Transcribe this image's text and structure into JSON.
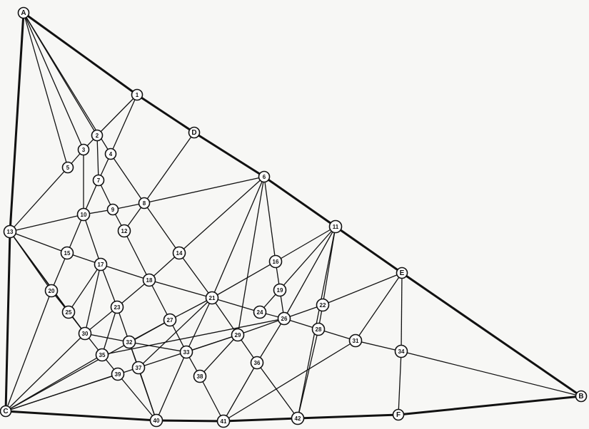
{
  "diagram": {
    "nodes": [
      {
        "id": "A",
        "label": "A"
      },
      {
        "id": "B",
        "label": "B"
      },
      {
        "id": "C",
        "label": "C"
      },
      {
        "id": "D",
        "label": "D"
      },
      {
        "id": "E",
        "label": "E"
      },
      {
        "id": "F",
        "label": "F"
      },
      {
        "id": "1",
        "label": "1"
      },
      {
        "id": "2",
        "label": "2"
      },
      {
        "id": "3",
        "label": "3"
      },
      {
        "id": "4",
        "label": "4"
      },
      {
        "id": "5",
        "label": "5"
      },
      {
        "id": "6",
        "label": "6"
      },
      {
        "id": "7",
        "label": "7"
      },
      {
        "id": "8",
        "label": "8"
      },
      {
        "id": "9",
        "label": "9"
      },
      {
        "id": "10",
        "label": "10"
      },
      {
        "id": "11",
        "label": "11"
      },
      {
        "id": "12",
        "label": "12"
      },
      {
        "id": "13",
        "label": "13"
      },
      {
        "id": "14",
        "label": "14"
      },
      {
        "id": "15",
        "label": "15"
      },
      {
        "id": "16",
        "label": "16"
      },
      {
        "id": "17",
        "label": "17"
      },
      {
        "id": "18",
        "label": "18"
      },
      {
        "id": "19",
        "label": "19"
      },
      {
        "id": "20",
        "label": "20"
      },
      {
        "id": "21",
        "label": "21"
      },
      {
        "id": "22",
        "label": "22"
      },
      {
        "id": "23",
        "label": "23"
      },
      {
        "id": "24",
        "label": "24"
      },
      {
        "id": "25",
        "label": "25"
      },
      {
        "id": "26",
        "label": "26"
      },
      {
        "id": "27",
        "label": "27"
      },
      {
        "id": "28",
        "label": "28"
      },
      {
        "id": "29",
        "label": "29"
      },
      {
        "id": "30",
        "label": "30"
      },
      {
        "id": "31",
        "label": "31"
      },
      {
        "id": "32",
        "label": "32"
      },
      {
        "id": "33",
        "label": "33"
      },
      {
        "id": "34",
        "label": "34"
      },
      {
        "id": "35",
        "label": "35"
      },
      {
        "id": "36",
        "label": "36"
      },
      {
        "id": "37",
        "label": "37"
      },
      {
        "id": "38",
        "label": "38"
      },
      {
        "id": "39",
        "label": "39"
      },
      {
        "id": "40",
        "label": "40"
      },
      {
        "id": "41",
        "label": "41"
      },
      {
        "id": "42",
        "label": "42"
      }
    ],
    "boundary": [
      [
        "A",
        "1"
      ],
      [
        "1",
        "D"
      ],
      [
        "D",
        "6"
      ],
      [
        "6",
        "11"
      ],
      [
        "11",
        "E"
      ],
      [
        "E",
        "B"
      ],
      [
        "B",
        "F"
      ],
      [
        "F",
        "42"
      ],
      [
        "42",
        "41"
      ],
      [
        "41",
        "40"
      ],
      [
        "40",
        "C"
      ],
      [
        "C",
        "13"
      ],
      [
        "13",
        "A"
      ]
    ],
    "edges": [
      [
        "A",
        "2"
      ],
      [
        "A",
        "3"
      ],
      [
        "A",
        "4"
      ],
      [
        "A",
        "5"
      ],
      [
        "1",
        "2"
      ],
      [
        "1",
        "4"
      ],
      [
        "2",
        "3"
      ],
      [
        "2",
        "7"
      ],
      [
        "3",
        "5"
      ],
      [
        "3",
        "10"
      ],
      [
        "4",
        "7"
      ],
      [
        "4",
        "8"
      ],
      [
        "5",
        "13"
      ],
      [
        "7",
        "9"
      ],
      [
        "7",
        "10"
      ],
      [
        "D",
        "8"
      ],
      [
        "8",
        "9"
      ],
      [
        "8",
        "6"
      ],
      [
        "8",
        "12"
      ],
      [
        "8",
        "14"
      ],
      [
        "9",
        "10"
      ],
      [
        "9",
        "12"
      ],
      [
        "10",
        "13"
      ],
      [
        "10",
        "17"
      ],
      [
        "10",
        "20"
      ],
      [
        "12",
        "18"
      ],
      [
        "13",
        "15"
      ],
      [
        "13",
        "20"
      ],
      [
        "13",
        "25"
      ],
      [
        "13",
        "30"
      ],
      [
        "15",
        "17"
      ],
      [
        "17",
        "18"
      ],
      [
        "17",
        "23"
      ],
      [
        "17",
        "25"
      ],
      [
        "17",
        "30"
      ],
      [
        "14",
        "18"
      ],
      [
        "14",
        "21"
      ],
      [
        "6",
        "14"
      ],
      [
        "6",
        "21"
      ],
      [
        "6",
        "16"
      ],
      [
        "6",
        "29"
      ],
      [
        "16",
        "19"
      ],
      [
        "16",
        "21"
      ],
      [
        "11",
        "16"
      ],
      [
        "11",
        "24"
      ],
      [
        "11",
        "26"
      ],
      [
        "11",
        "22"
      ],
      [
        "11",
        "42"
      ],
      [
        "19",
        "26"
      ],
      [
        "18",
        "21"
      ],
      [
        "18",
        "23"
      ],
      [
        "18",
        "27"
      ],
      [
        "23",
        "32"
      ],
      [
        "23",
        "35"
      ],
      [
        "21",
        "24"
      ],
      [
        "21",
        "27"
      ],
      [
        "21",
        "29"
      ],
      [
        "21",
        "33"
      ],
      [
        "21",
        "37"
      ],
      [
        "24",
        "26"
      ],
      [
        "26",
        "29"
      ],
      [
        "26",
        "28"
      ],
      [
        "26",
        "35"
      ],
      [
        "26",
        "36"
      ],
      [
        "26",
        "22"
      ],
      [
        "22",
        "E"
      ],
      [
        "22",
        "28"
      ],
      [
        "28",
        "31"
      ],
      [
        "28",
        "42"
      ],
      [
        "31",
        "34"
      ],
      [
        "31",
        "41"
      ],
      [
        "E",
        "31"
      ],
      [
        "E",
        "34"
      ],
      [
        "34",
        "B"
      ],
      [
        "34",
        "F"
      ],
      [
        "29",
        "36"
      ],
      [
        "29",
        "38"
      ],
      [
        "29",
        "C"
      ],
      [
        "29",
        "33"
      ],
      [
        "36",
        "42"
      ],
      [
        "36",
        "41"
      ],
      [
        "20",
        "25"
      ],
      [
        "25",
        "30"
      ],
      [
        "25",
        "35"
      ],
      [
        "30",
        "32"
      ],
      [
        "30",
        "C"
      ],
      [
        "27",
        "32"
      ],
      [
        "27",
        "33"
      ],
      [
        "27",
        "C"
      ],
      [
        "32",
        "33"
      ],
      [
        "32",
        "37"
      ],
      [
        "32",
        "40"
      ],
      [
        "35",
        "39"
      ],
      [
        "35",
        "C"
      ],
      [
        "39",
        "40"
      ],
      [
        "39",
        "C"
      ],
      [
        "33",
        "38"
      ],
      [
        "33",
        "40"
      ],
      [
        "38",
        "41"
      ],
      [
        "37",
        "40"
      ],
      [
        "20",
        "C"
      ],
      [
        "23",
        "30"
      ]
    ]
  }
}
